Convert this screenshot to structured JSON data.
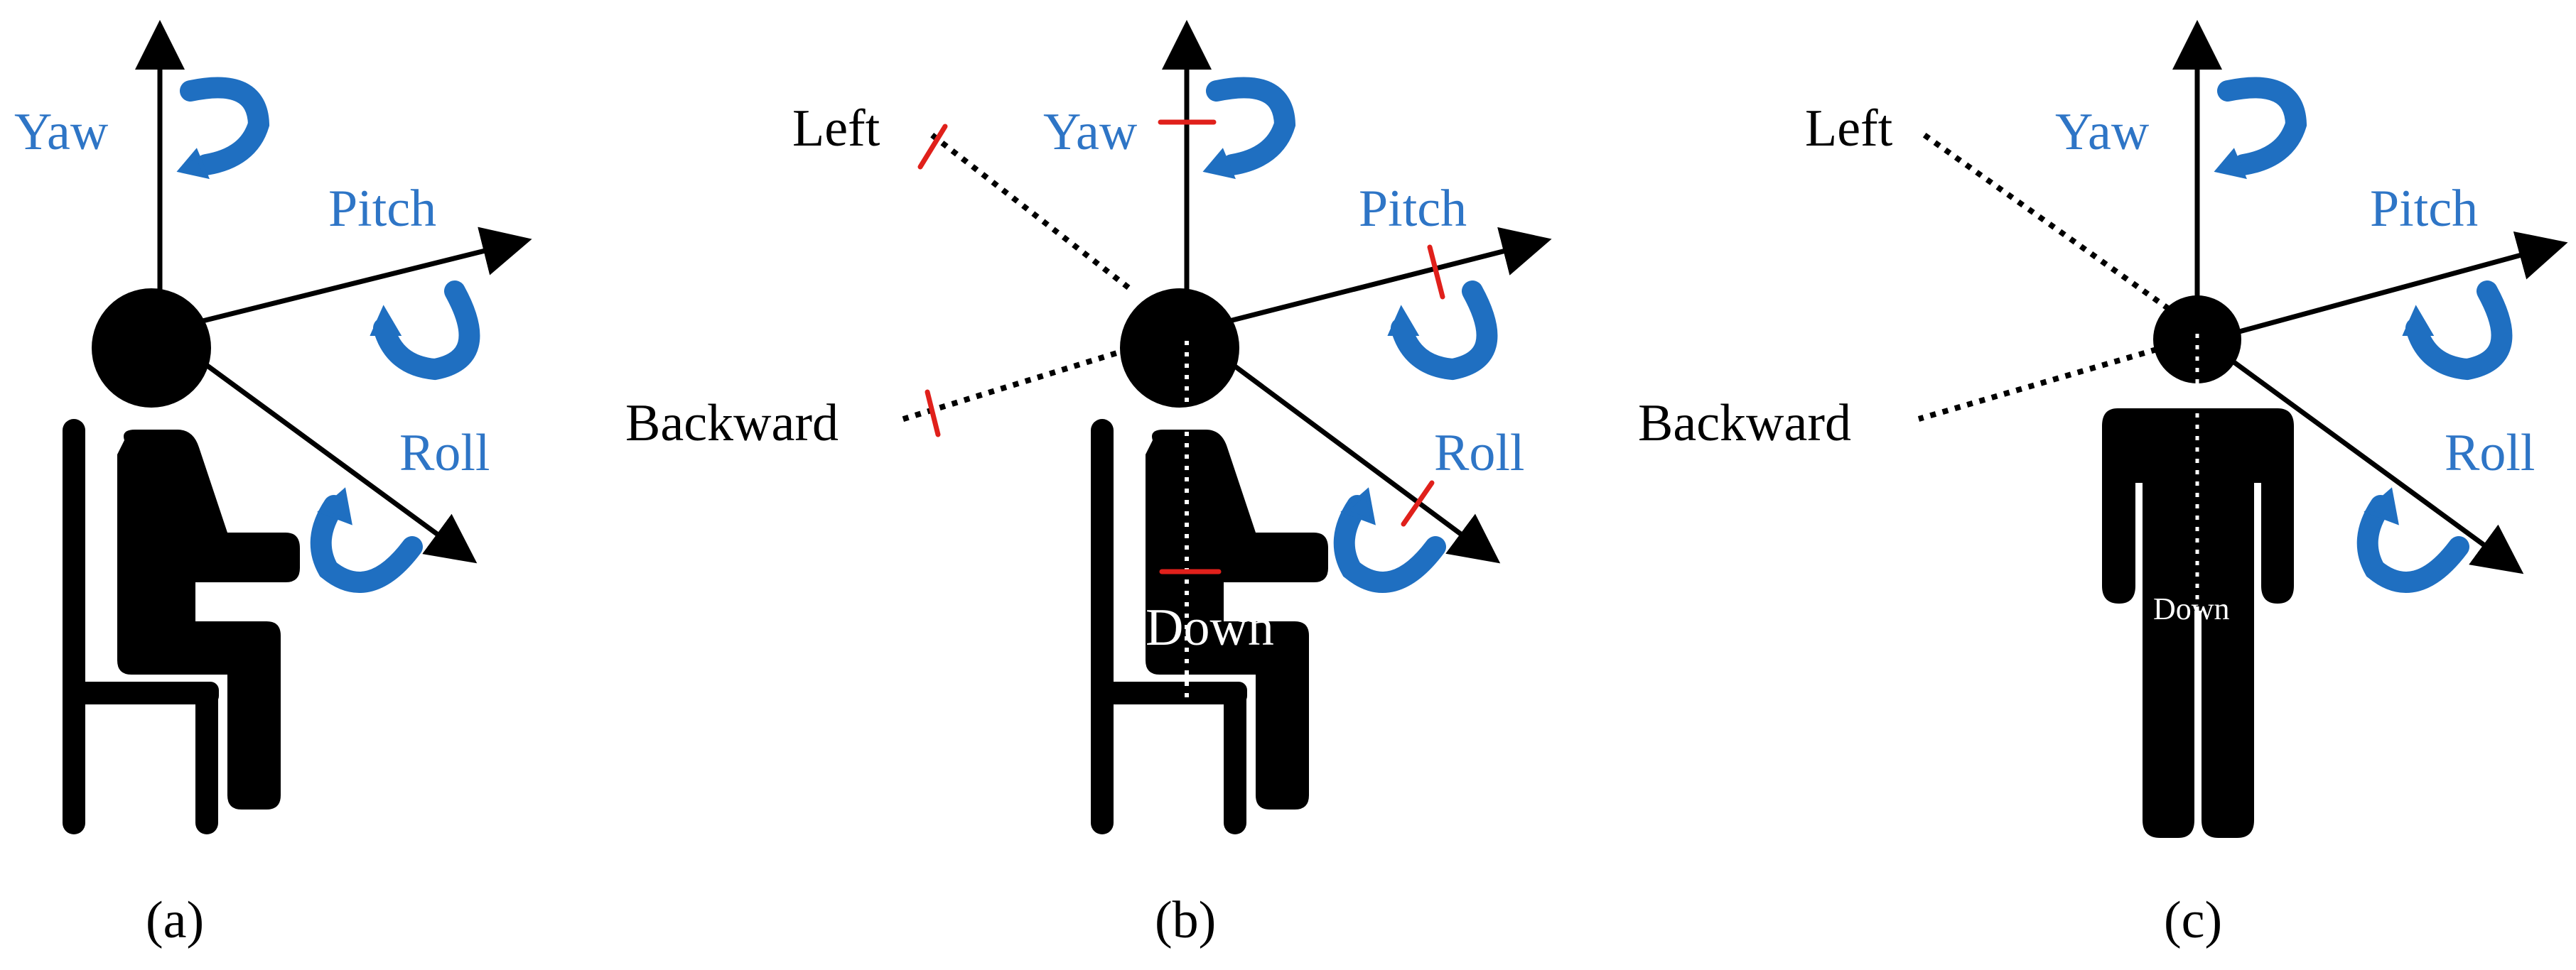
{
  "colors": {
    "figure": "#000000",
    "rotation_label": "#2E75C6",
    "rotation_arrow": "#1F6FC1",
    "marker": "#E0201B",
    "dotted_axis": "#000000",
    "dotted_axis_on_body": "#ffffff"
  },
  "panels": [
    {
      "id": "a",
      "caption": "(a)",
      "figure": "seated-person",
      "labels": {
        "yaw": "Yaw",
        "pitch": "Pitch",
        "roll": "Roll"
      }
    },
    {
      "id": "b",
      "caption": "(b)",
      "figure": "seated-person",
      "labels": {
        "yaw": "Yaw",
        "pitch": "Pitch",
        "roll": "Roll",
        "left": "Left",
        "backward": "Backward",
        "down": "Down"
      }
    },
    {
      "id": "c",
      "caption": "(c)",
      "figure": "standing-person",
      "labels": {
        "yaw": "Yaw",
        "pitch": "Pitch",
        "roll": "Roll",
        "left": "Left",
        "backward": "Backward",
        "down": "Down"
      }
    }
  ]
}
